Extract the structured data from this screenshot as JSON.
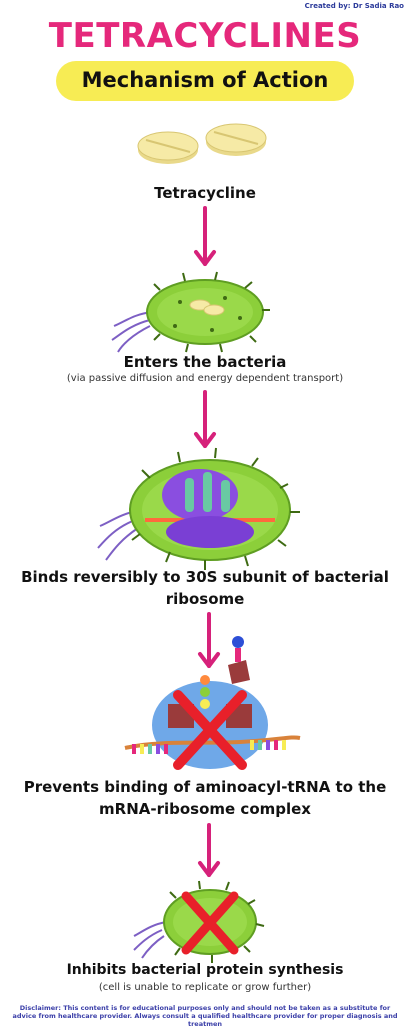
{
  "credit": "Created by: Dr Sadia Rao",
  "title": "TETRACYCLINES",
  "subtitle": "Mechanism of Action",
  "steps": [
    {
      "label": "Tetracycline"
    },
    {
      "label": "Enters the bacteria",
      "note": "(via passive diffusion and energy dependent transport)"
    },
    {
      "label": "Binds reversibly to 30S subunit of bacterial ribosome"
    },
    {
      "label": "Prevents binding of aminoacyl-tRNA to the mRNA-ribosome complex"
    },
    {
      "label": "Inhibits bacterial protein synthesis",
      "note": "(cell is unable to replicate or grow further)"
    }
  ],
  "disclaimer": "Disclaimer: This content is for educational purposes only and should not be taken as a substitute for advice from healthcare provider. Always consult a qualified healthcare provider for proper diagnosis and treatmen",
  "colors": {
    "title": "#e5287b",
    "pill": "#f7ec54",
    "arrow": "#d6217a",
    "bacteria": "#8ccf3a",
    "cross": "#e8202a"
  }
}
